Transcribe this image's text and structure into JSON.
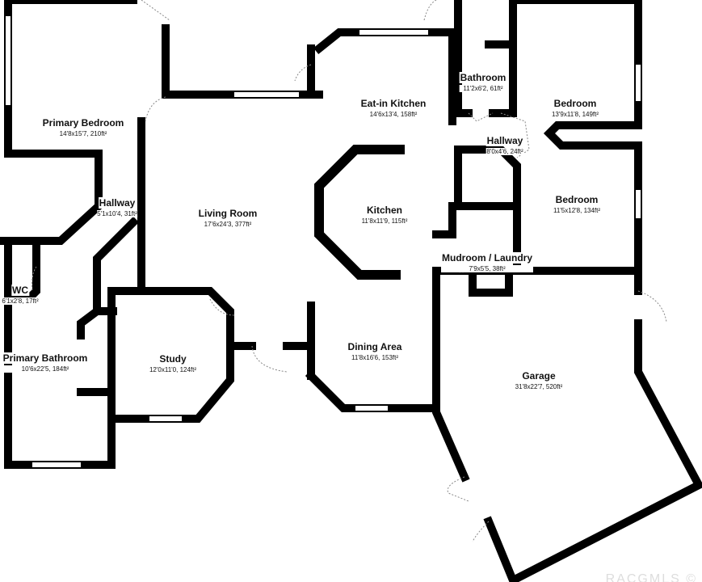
{
  "rooms": [
    {
      "name": "Primary Bedroom",
      "dims": "14'8x15'7, 210ft²"
    },
    {
      "name": "Hallway",
      "dims": "5'1x10'4, 31ft²"
    },
    {
      "name": "Living Room",
      "dims": "17'6x24'3, 377ft²"
    },
    {
      "name": "Eat-in Kitchen",
      "dims": "14'6x13'4, 158ft²"
    },
    {
      "name": "Bathroom",
      "dims": "11'2x6'2, 61ft²"
    },
    {
      "name": "Bedroom",
      "dims": "13'9x11'8, 149ft²"
    },
    {
      "name": "Hallway",
      "dims": "8'0x4'6, 24ft²"
    },
    {
      "name": "Bedroom",
      "dims": "11'5x12'8, 134ft²"
    },
    {
      "name": "Kitchen",
      "dims": "11'8x11'9, 115ft²"
    },
    {
      "name": "Mudroom / Laundry",
      "dims": "7'9x5'5, 38ft²"
    },
    {
      "name": "WC",
      "dims": "6'1x2'8, 17ft²"
    },
    {
      "name": "Primary Bathroom",
      "dims": "10'6x22'5, 184ft²"
    },
    {
      "name": "Study",
      "dims": "12'0x11'0, 124ft²"
    },
    {
      "name": "Dining Area",
      "dims": "11'8x16'6, 153ft²"
    },
    {
      "name": "Garage",
      "dims": "31'8x22'7, 520ft²"
    }
  ],
  "watermark": "RACGMLS ©"
}
